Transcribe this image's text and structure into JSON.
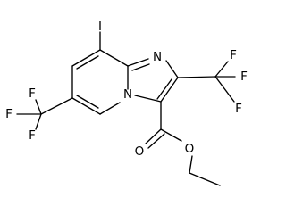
{
  "molecule": {
    "atom_labels": {
      "iodine": "I",
      "ring_nitrogen_imidazole": "N",
      "ring_nitrogen_bridgehead": "N",
      "carbonyl_oxygen": "O",
      "ester_oxygen": "O",
      "cf3_right_f_top": "F",
      "cf3_right_f_right": "F",
      "cf3_right_f_bottom": "F",
      "cf3_left_f_top": "F",
      "cf3_left_f_left": "F",
      "cf3_left_f_bottom": "F"
    },
    "colors": {
      "ink": "#000000",
      "background": "#ffffff"
    }
  }
}
